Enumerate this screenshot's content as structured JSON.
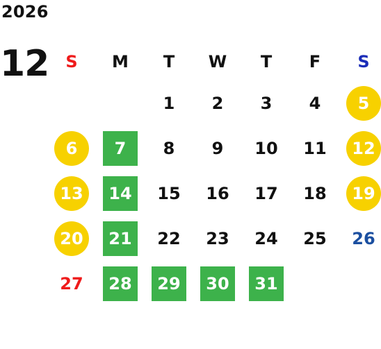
{
  "calendar": {
    "year": "2026",
    "month": "12",
    "weekdays": [
      {
        "label": "S",
        "color": "#ef1b1b"
      },
      {
        "label": "M",
        "color": "#111111"
      },
      {
        "label": "T",
        "color": "#111111"
      },
      {
        "label": "W",
        "color": "#111111"
      },
      {
        "label": "T",
        "color": "#111111"
      },
      {
        "label": "F",
        "color": "#111111"
      },
      {
        "label": "S",
        "color": "#1b2db8"
      }
    ],
    "colors": {
      "default_text": "#111111",
      "highlight_text": "#ffffff",
      "red": "#ef1b1b",
      "blue": "#1b4fa0",
      "yellow_circle": "#f7d100",
      "green_square": "#3db24b"
    },
    "days": [
      {
        "day": "1",
        "row": 0,
        "col": 2,
        "style": "default"
      },
      {
        "day": "2",
        "row": 0,
        "col": 3,
        "style": "default"
      },
      {
        "day": "3",
        "row": 0,
        "col": 4,
        "style": "default"
      },
      {
        "day": "4",
        "row": 0,
        "col": 5,
        "style": "default"
      },
      {
        "day": "5",
        "row": 0,
        "col": 6,
        "style": "yellow-circle"
      },
      {
        "day": "6",
        "row": 1,
        "col": 0,
        "style": "yellow-circle"
      },
      {
        "day": "7",
        "row": 1,
        "col": 1,
        "style": "green-square"
      },
      {
        "day": "8",
        "row": 1,
        "col": 2,
        "style": "default"
      },
      {
        "day": "9",
        "row": 1,
        "col": 3,
        "style": "default"
      },
      {
        "day": "10",
        "row": 1,
        "col": 4,
        "style": "default"
      },
      {
        "day": "11",
        "row": 1,
        "col": 5,
        "style": "default"
      },
      {
        "day": "12",
        "row": 1,
        "col": 6,
        "style": "yellow-circle"
      },
      {
        "day": "13",
        "row": 2,
        "col": 0,
        "style": "yellow-circle"
      },
      {
        "day": "14",
        "row": 2,
        "col": 1,
        "style": "green-square"
      },
      {
        "day": "15",
        "row": 2,
        "col": 2,
        "style": "default"
      },
      {
        "day": "16",
        "row": 2,
        "col": 3,
        "style": "default"
      },
      {
        "day": "17",
        "row": 2,
        "col": 4,
        "style": "default"
      },
      {
        "day": "18",
        "row": 2,
        "col": 5,
        "style": "default"
      },
      {
        "day": "19",
        "row": 2,
        "col": 6,
        "style": "yellow-circle"
      },
      {
        "day": "20",
        "row": 3,
        "col": 0,
        "style": "yellow-circle"
      },
      {
        "day": "21",
        "row": 3,
        "col": 1,
        "style": "green-square"
      },
      {
        "day": "22",
        "row": 3,
        "col": 2,
        "style": "default"
      },
      {
        "day": "23",
        "row": 3,
        "col": 3,
        "style": "default"
      },
      {
        "day": "24",
        "row": 3,
        "col": 4,
        "style": "default"
      },
      {
        "day": "25",
        "row": 3,
        "col": 5,
        "style": "default"
      },
      {
        "day": "26",
        "row": 3,
        "col": 6,
        "style": "blue-text"
      },
      {
        "day": "27",
        "row": 4,
        "col": 0,
        "style": "red-text"
      },
      {
        "day": "28",
        "row": 4,
        "col": 1,
        "style": "green-square"
      },
      {
        "day": "29",
        "row": 4,
        "col": 2,
        "style": "green-square"
      },
      {
        "day": "30",
        "row": 4,
        "col": 3,
        "style": "green-square"
      },
      {
        "day": "31",
        "row": 4,
        "col": 4,
        "style": "green-square"
      }
    ]
  }
}
